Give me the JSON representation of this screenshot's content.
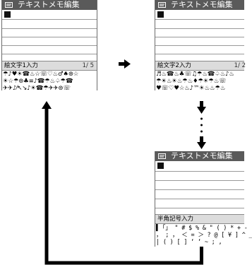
{
  "title": "テキストメモ編集",
  "screens": [
    {
      "mode_label": "絵文字1入力",
      "page": "1/ 5",
      "palette": [
        "☂♪♥☀☎♨☆☏♡♨♂♠⊛☆",
        "☀☆☂⊛♣≡♪☎☂♨♤☂☎",
        "✈✈♪⁄↖↘♪☀☎☂✈✈⊛☏"
      ]
    },
    {
      "mode_label": "絵文字2入力",
      "page": "1/ 2",
      "palette": [
        "♬♨☎♨♣☏♫☂♨☎♤♨♪♨",
        "☂☀♨☀♨☂♨♦☂☀☂♨☏",
        "♥☏♡♥☆♨♪™☀♨♨☂♨"
      ]
    },
    {
      "mode_label": "半角記号入力",
      "palette": [
        "▌「」 \" # $ % & \" ( ) * + -",
        "， ; ， ＜ = ＞ ? @ [ ¥ ] ^ _",
        "  | ( ) [ ] ‘ ‘ ~ ; ,"
      ]
    }
  ]
}
